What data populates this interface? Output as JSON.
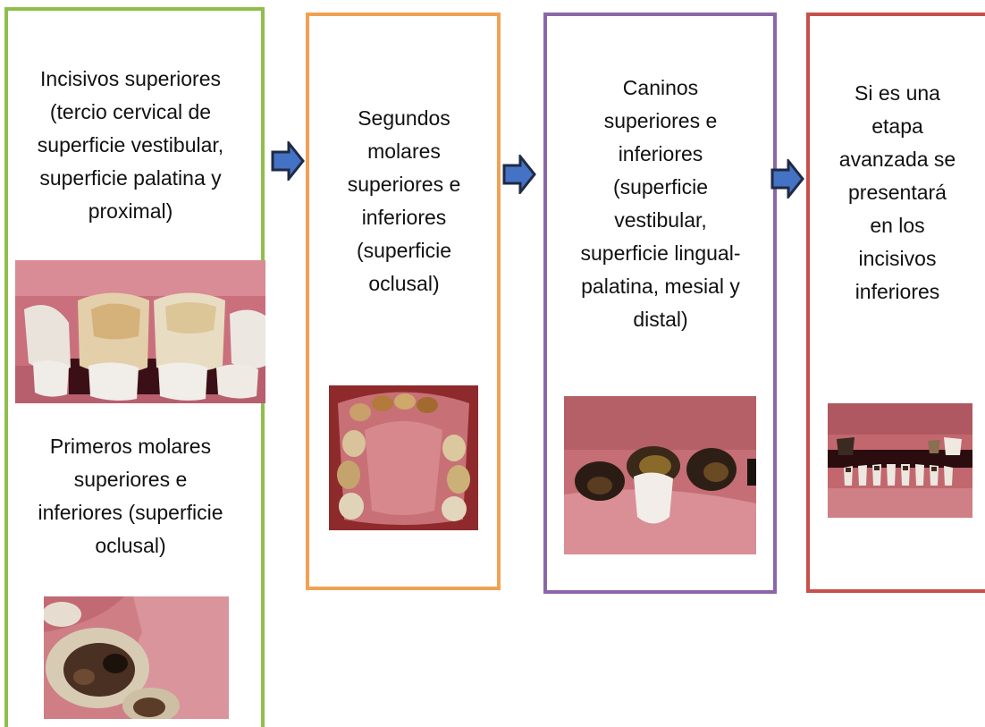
{
  "stages": [
    {
      "id": "stage-1",
      "border_color": "#8fbf4a",
      "text_a": "Incisivos superiores\n(tercio cervical de\nsuperficie vestibular,\nsuperficie palatina y\nproximal)",
      "text_b": "Primeros molares\nsuperiores e\ninferiores (superficie\noclusal)"
    },
    {
      "id": "stage-2",
      "border_color": "#f2a153",
      "text": "Segundos\nmolares\nsuperiores e\ninferiores\n(superficie\noclusal)"
    },
    {
      "id": "stage-3",
      "border_color": "#8a67a8",
      "text": "Caninos\nsuperiores e\ninferiores\n(superficie\nvestibular,\nsuperficie lingual-\npalatina, mesial y\ndistal)"
    },
    {
      "id": "stage-4",
      "border_color": "#c7504b",
      "text": "Si es una\netapa\navanzada se\npresentará\nen los\nincisivos\ninferiores"
    }
  ],
  "arrow_color": "#4472c4",
  "arrow_outline": "#1f2a44"
}
